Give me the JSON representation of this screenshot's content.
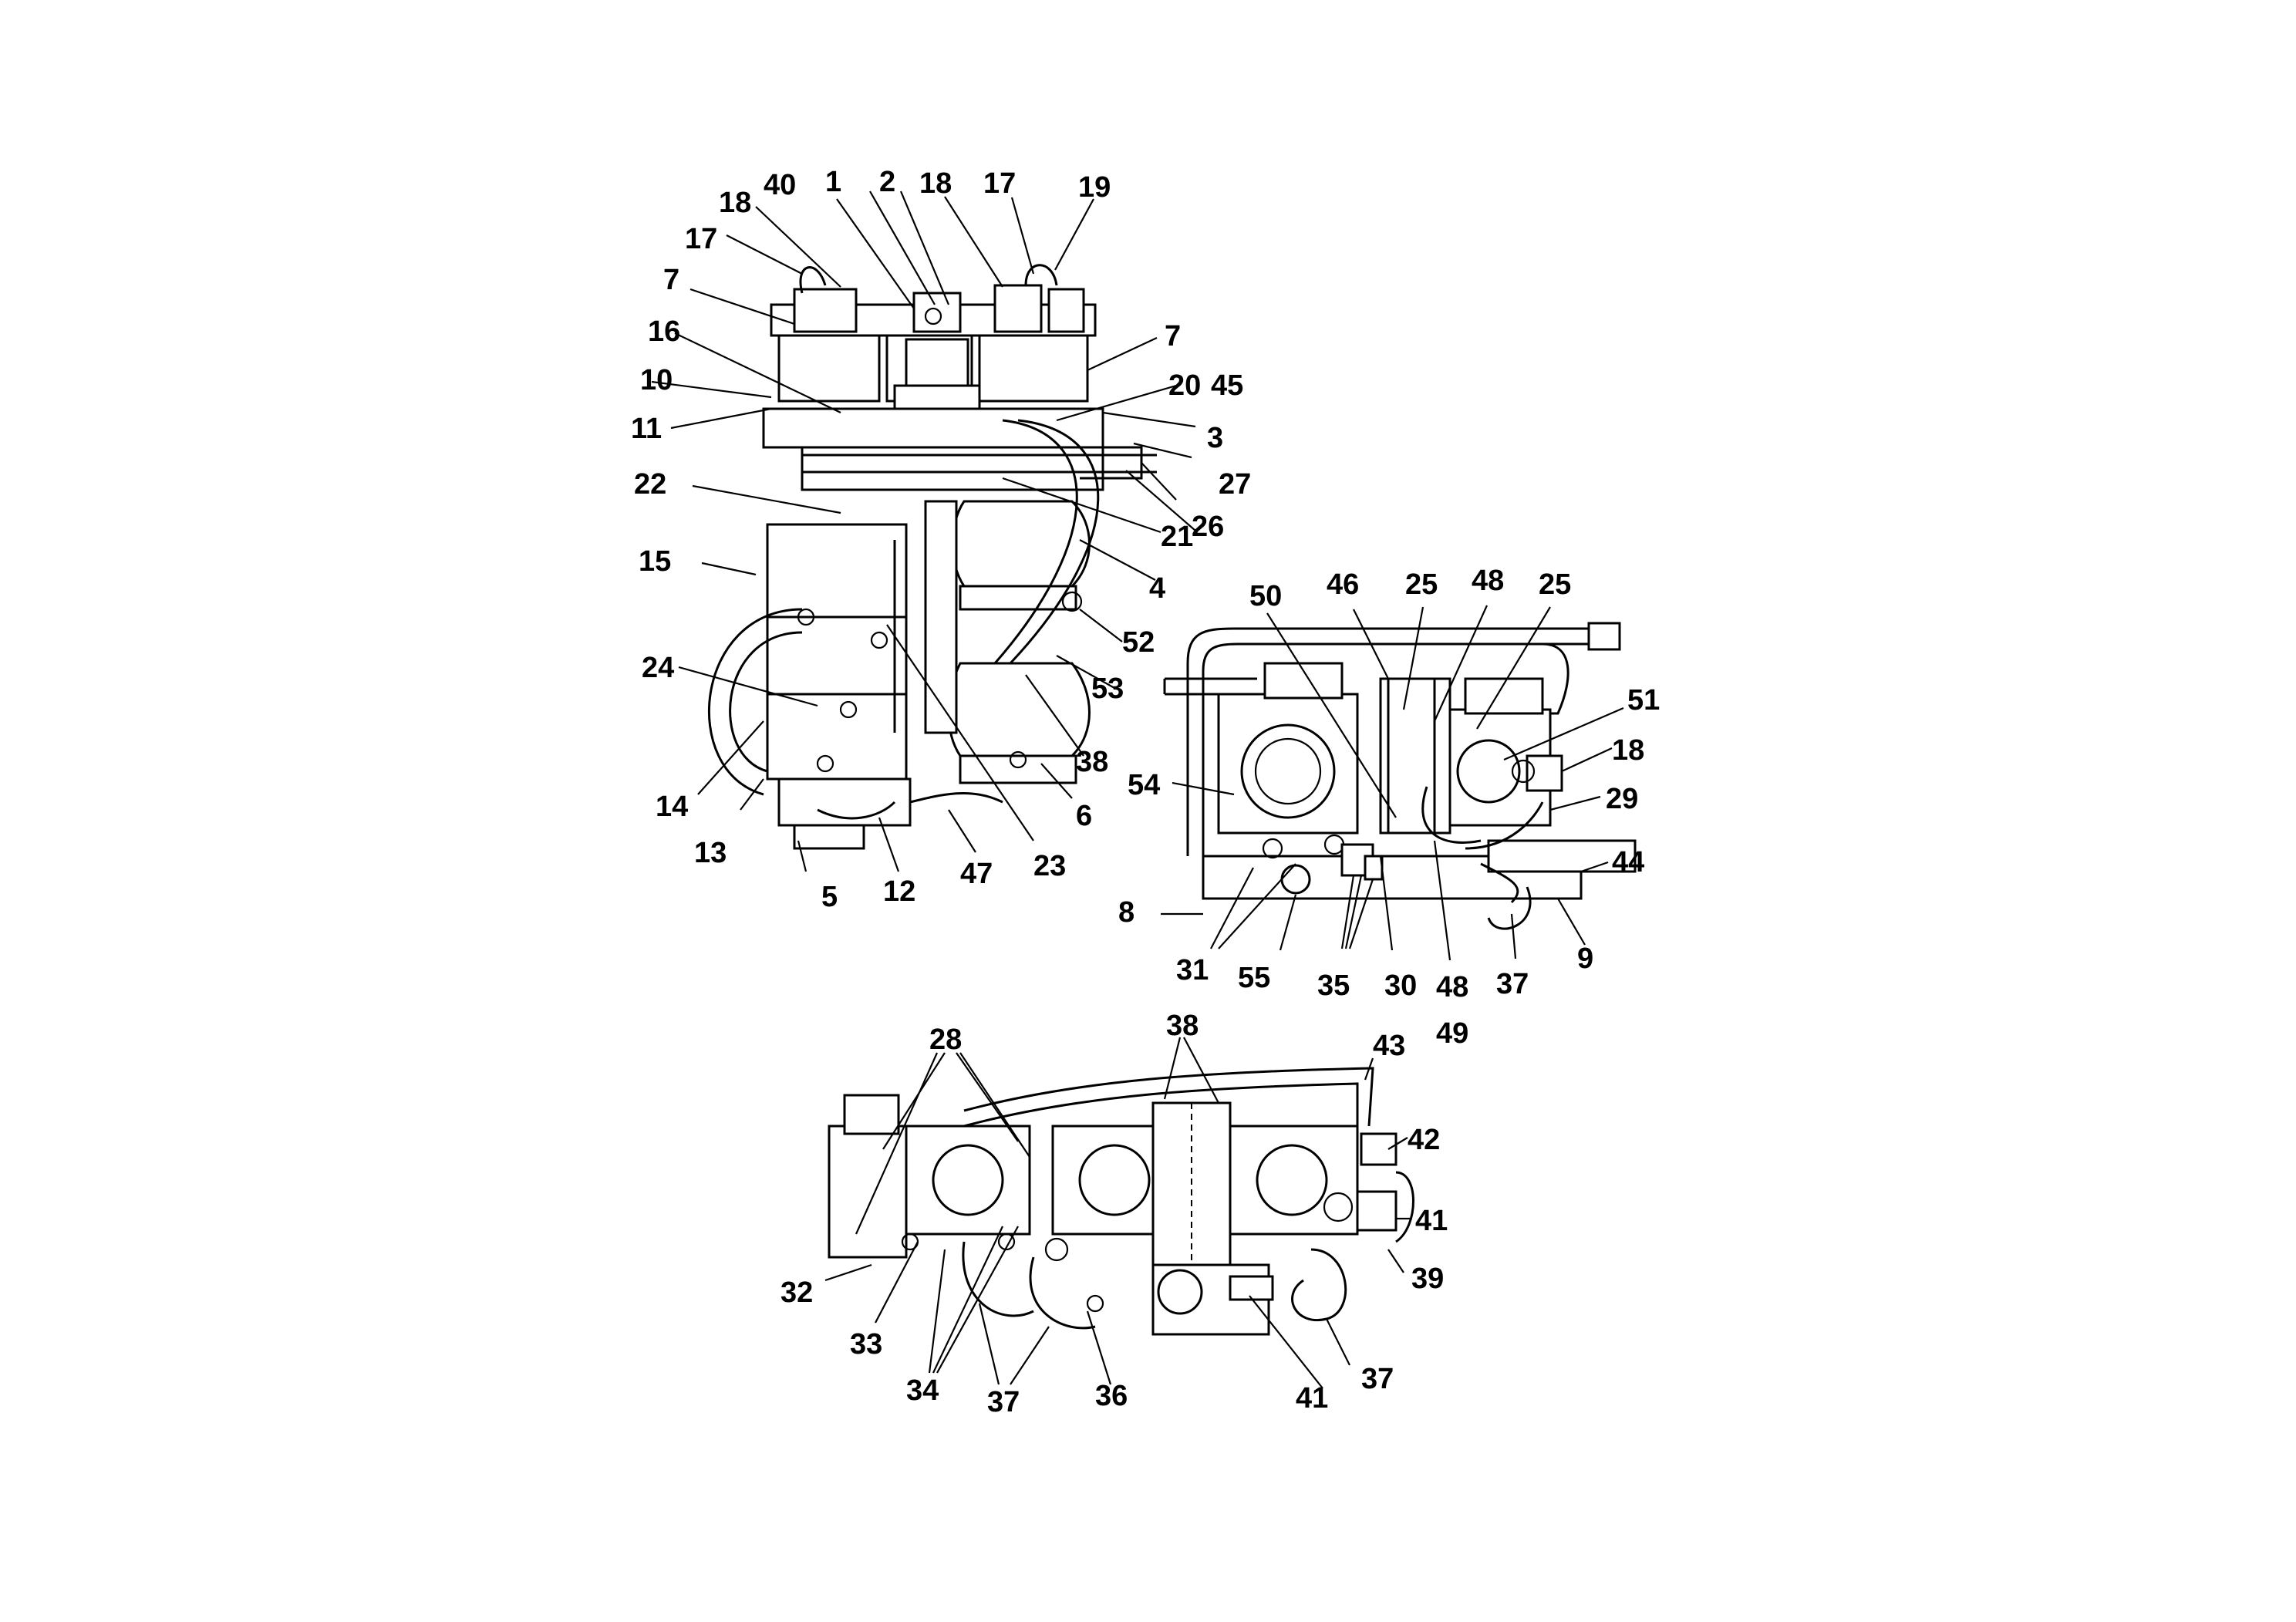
{
  "diagram": {
    "labels": [
      "1",
      "2",
      "3",
      "4",
      "5",
      "6",
      "7",
      "8",
      "9",
      "10",
      "11",
      "12",
      "13",
      "14",
      "15",
      "16",
      "17",
      "18",
      "19",
      "20",
      "21",
      "22",
      "23",
      "24",
      "25",
      "26",
      "27",
      "28",
      "29",
      "30",
      "31",
      "32",
      "33",
      "34",
      "35",
      "36",
      "37",
      "38",
      "39",
      "40",
      "41",
      "42",
      "43",
      "44",
      "45",
      "46",
      "47",
      "48",
      "49",
      "50",
      "51",
      "52",
      "53",
      "54",
      "55"
    ],
    "colors": {
      "line": "#000000",
      "background": "#ffffff"
    }
  }
}
